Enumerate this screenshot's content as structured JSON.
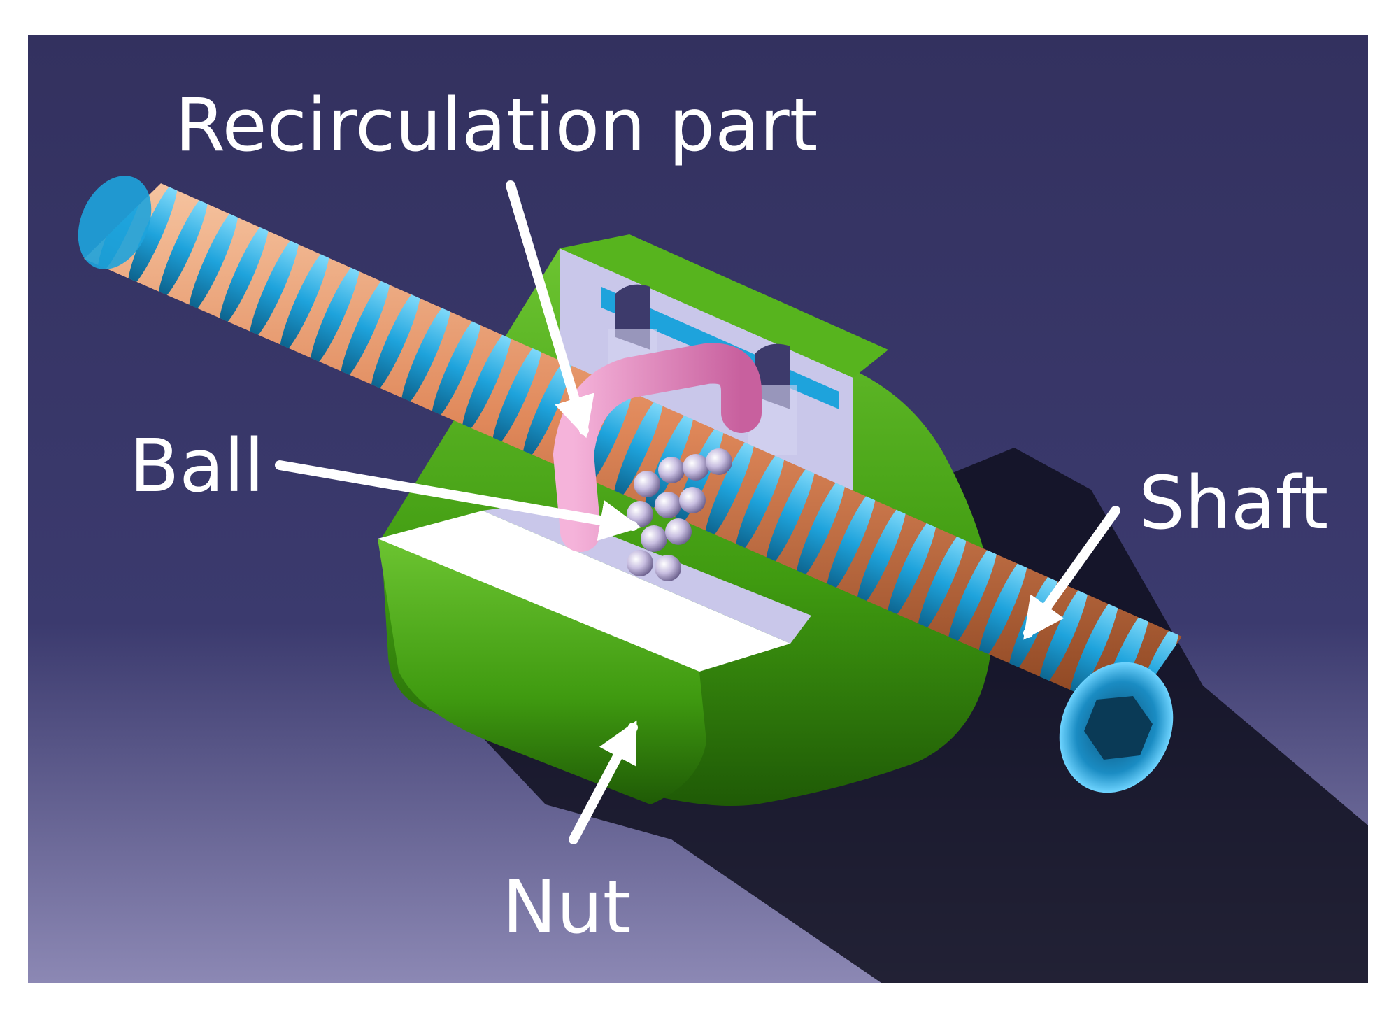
{
  "figure": {
    "background_color": "#343263",
    "shaft_copper_color": "#e0885a",
    "shaft_blue_color": "#1ea3dc",
    "nut_green_color": "#3f9a10",
    "nut_face_color": "#ffffff",
    "cut_face_color": "#c9c7ea",
    "recirculation_tube_color": "#e58bc0",
    "ball_color": "#c7bde0",
    "shadow_color": "#0f0f1e",
    "arrow_color": "#ffffff"
  },
  "labels": {
    "recirculation_part": "Recirculation part",
    "ball": "Ball",
    "shaft": "Shaft",
    "nut": "Nut"
  }
}
